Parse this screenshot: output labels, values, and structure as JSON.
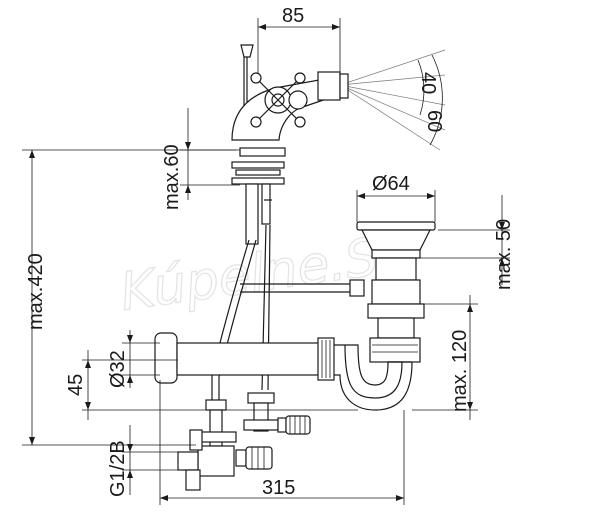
{
  "drawing": {
    "watermark": "Kúpelne.SK",
    "dimensions": {
      "d85": "85",
      "d40": "40",
      "d60deg": "60",
      "max60": "max.60",
      "d64": "Ø64",
      "max50": "max. 50",
      "max420": "max.420",
      "max120": "max. 120",
      "d32": "Ø32",
      "d45": "45",
      "thread": "G1/2B",
      "d315": "315"
    }
  }
}
